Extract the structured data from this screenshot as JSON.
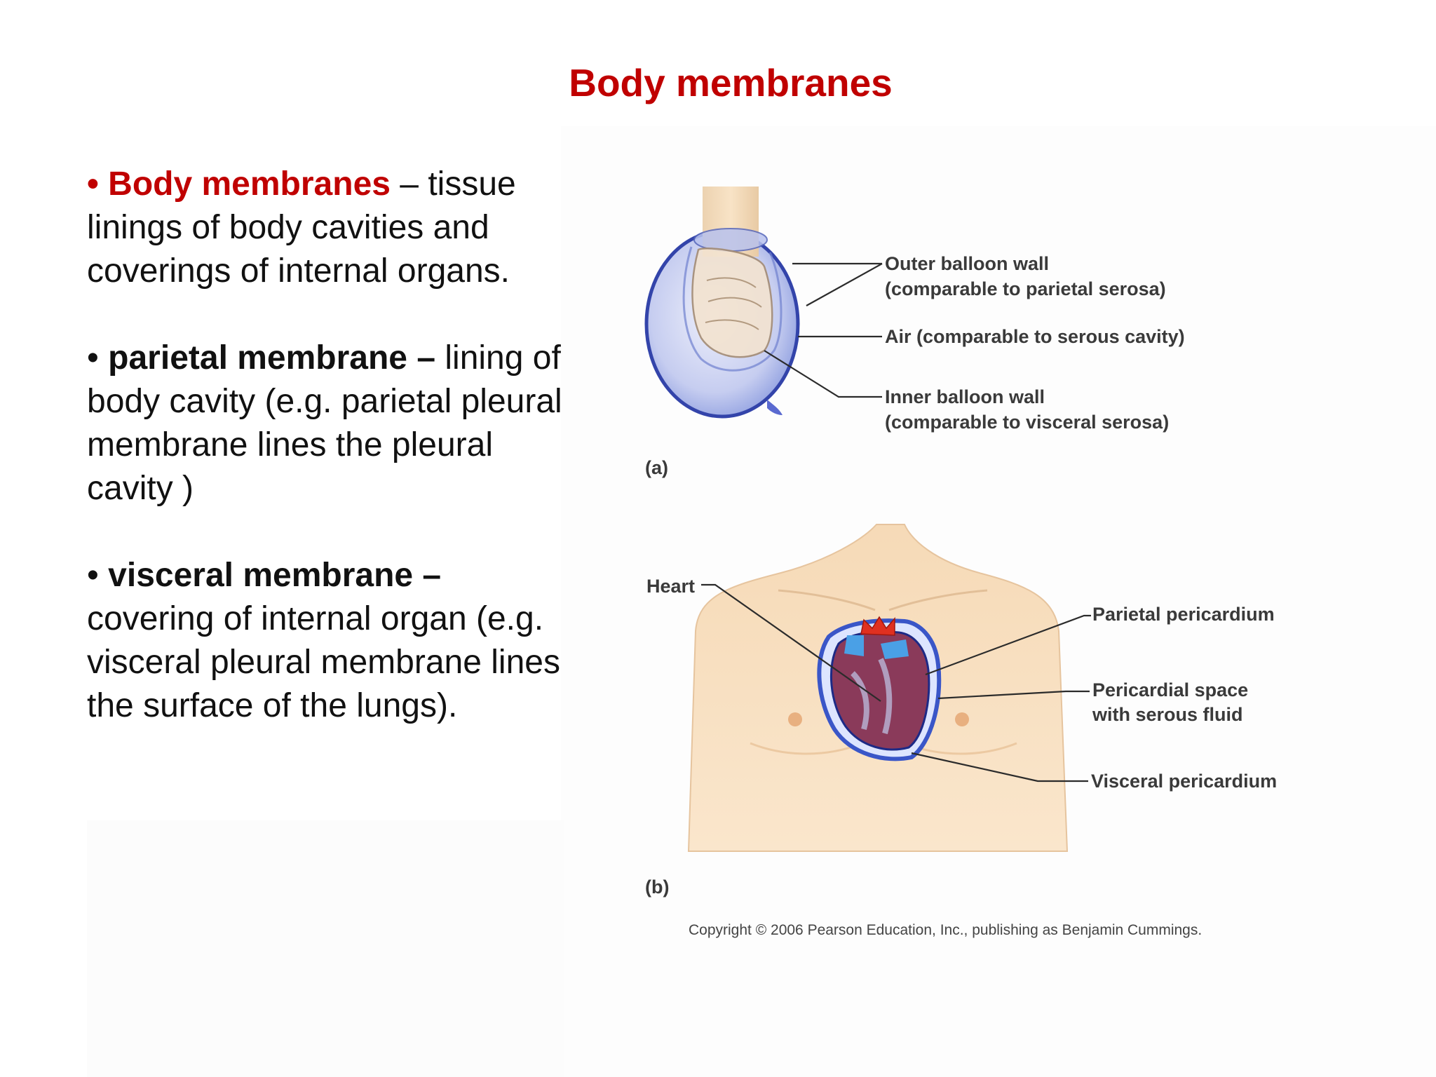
{
  "slide": {
    "title": "Body membranes",
    "bullets": [
      {
        "marker": "•",
        "term": "Body membranes",
        "rest": " – tissue linings of body cavities and coverings of internal organs."
      },
      {
        "marker": "•",
        "term": "parietal membrane –",
        "rest": " lining of body cavity (e.g. parietal pleural membrane lines the pleural cavity )"
      },
      {
        "marker": "•",
        "term": "visceral membrane –",
        "rest": " covering of internal organ (e.g. visceral pleural membrane lines the surface of the lungs)."
      }
    ]
  },
  "figure": {
    "panel_a": {
      "tag": "(a)",
      "labels": {
        "outer_1": "Outer balloon wall",
        "outer_2": "(comparable to parietal serosa)",
        "air": "Air (comparable to serous cavity)",
        "inner_1": "Inner balloon wall",
        "inner_2": "(comparable to visceral serosa)"
      }
    },
    "panel_b": {
      "tag": "(b)",
      "labels": {
        "heart": "Heart",
        "parietal": "Parietal pericardium",
        "space_1": "Pericardial space",
        "space_2": "with serous fluid",
        "visceral": "Visceral pericardium"
      }
    },
    "copyright": "Copyright © 2006 Pearson Education, Inc., publishing as Benjamin Cummings."
  },
  "colors": {
    "title": "#c00000",
    "balloon": "#8f9fe0",
    "skin": "#f8dfbd",
    "heart": "#8a3a5a",
    "vessel": "#e03020"
  }
}
